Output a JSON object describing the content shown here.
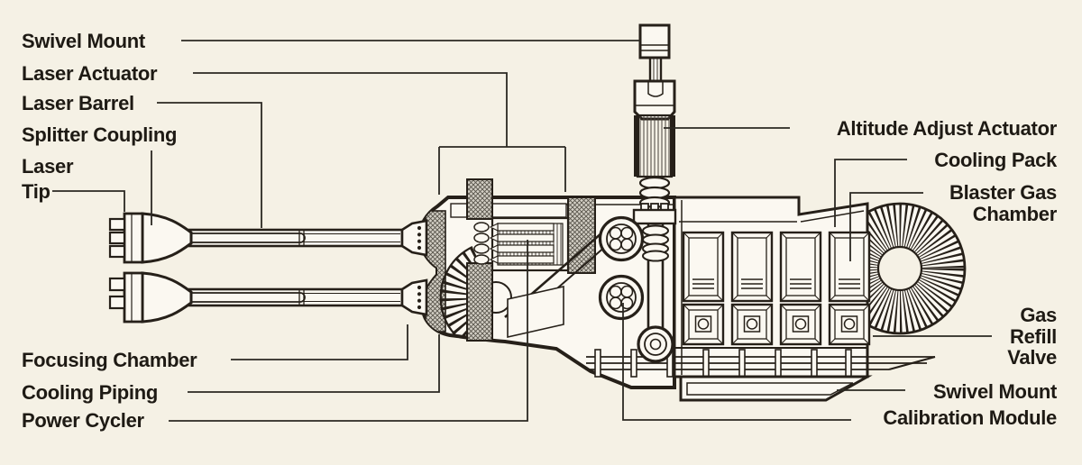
{
  "diagram": {
    "type": "technical_cutaway",
    "colors": {
      "background": "#f5f1e5",
      "ink": "#262019",
      "shading": "#d4d0c6",
      "body_fill": "#fbf8f1"
    },
    "callouts": {
      "swivel_mount_top": "Swivel Mount",
      "laser_actuator": "Laser Actuator",
      "laser_barrel": "Laser Barrel",
      "splitter_coupling": "Splitter Coupling",
      "laser_tip": "Laser Tip",
      "focusing_chamber": "Focusing Chamber",
      "cooling_piping": "Cooling Piping",
      "power_cycler": "Power Cycler",
      "altitude_adjust_actuator": "Altitude Adjust Actuator",
      "cooling_pack": "Cooling Pack",
      "blaster_gas_chamber": "Blaster Gas Chamber",
      "gas_refill_valve": "Gas Refill Valve",
      "swivel_mount_bottom": "Swivel Mount",
      "calibration_module": "Calibration Module"
    }
  }
}
